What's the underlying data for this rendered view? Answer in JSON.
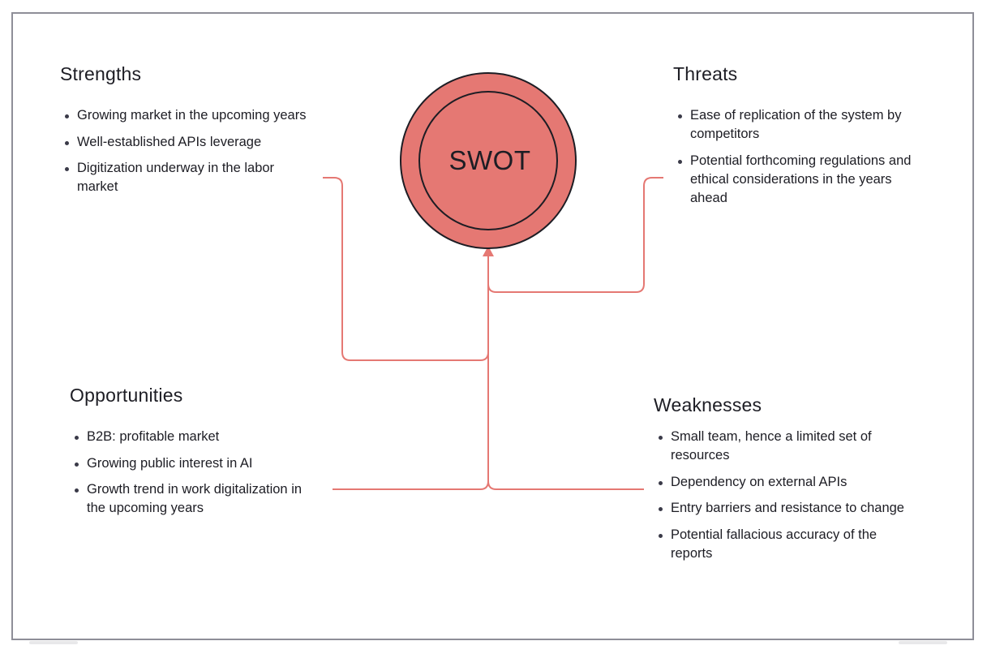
{
  "diagram": {
    "center_label": "SWOT",
    "accent_color": "#e57873",
    "line_color": "#e57873",
    "outline_color": "#1d1d24"
  },
  "strengths": {
    "title": "Strengths",
    "items": [
      "Growing market in the upcoming years",
      "Well-established APIs leverage",
      "Digitization underway in the labor market"
    ]
  },
  "threats": {
    "title": "Threats",
    "items": [
      "Ease of replication of the system by competitors",
      "Potential forthcoming regulations and ethical considerations in the years ahead"
    ]
  },
  "opportunities": {
    "title": "Opportunities",
    "items": [
      "B2B: profitable market",
      "Growing public interest in AI",
      "Growth trend in work digitalization in the upcoming years"
    ]
  },
  "weaknesses": {
    "title": "Weaknesses",
    "items": [
      "Small team, hence a limited set of resources",
      "Dependency on external APIs",
      "Entry barriers and resistance to change",
      "Potential fallacious accuracy of the reports"
    ]
  }
}
